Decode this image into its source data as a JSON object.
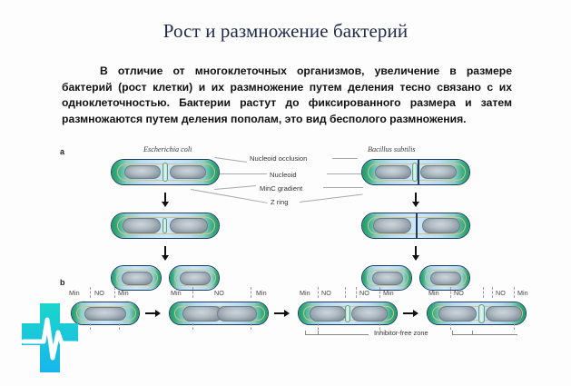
{
  "slide": {
    "title": "Рост и размножение бактерий",
    "body": "В отличие от многоклеточных организмов, увеличение в размере бактерий (рост клетки) и их размножение путем деления тесно связано с их одноклеточностью. Бактерии растут до фиксированного размера и затем размножаются путем деления пополам, это вид бесполого размножения.",
    "background_color": "#fdfdfd",
    "title_color": "#1f2a4a"
  },
  "figure": {
    "panel_a": {
      "letter": "a",
      "species_left": "Escherichia coli",
      "species_right": "Bacillus subtilis",
      "callouts": [
        "Nucleoid occlusion",
        "Nucleoid",
        "MinC gradient",
        "Z ring"
      ]
    },
    "panel_b": {
      "letter": "b",
      "stage_labels": [
        [
          "Min",
          "NO",
          "Min"
        ],
        [
          "Min",
          "NO",
          "Min"
        ],
        [
          "Min",
          "NO",
          "NO",
          "Min"
        ],
        [
          "Min",
          "NO",
          "NO",
          "Min"
        ]
      ],
      "zone_label": "Inhibitor-free zone"
    }
  },
  "logo": {
    "name": "medical-cross-heartbeat-logo",
    "color_top": "#1ad6cc",
    "color_bottom": "#17b6ec"
  }
}
